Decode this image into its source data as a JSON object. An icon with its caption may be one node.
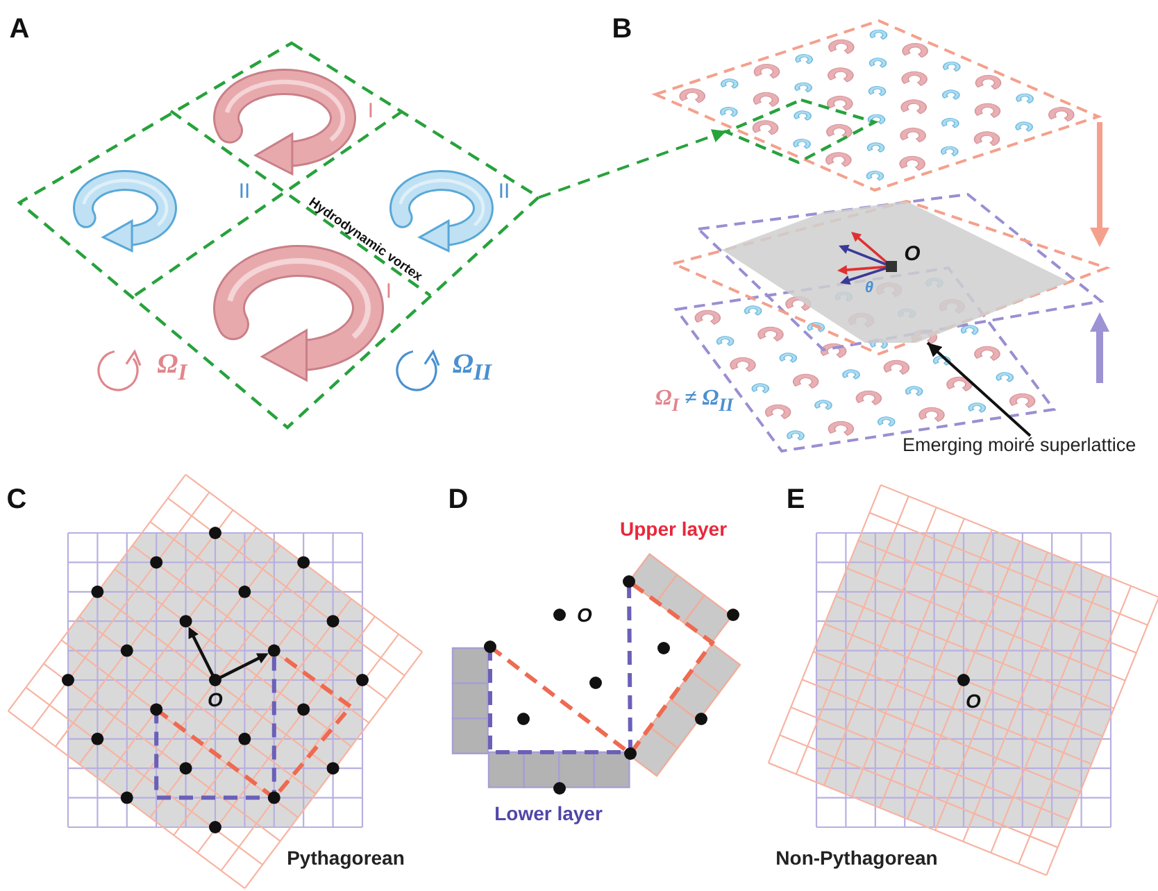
{
  "diagram": {
    "nodes": [
      {
        "text": [],
        "shape": "picture"
      },
      {
        "text": [],
        "shape": "box"
      },
      {
        "text": [
          "Emerging moiré superlattice"
        ]
      },
      {
        "text": [],
        "shape": "picture"
      }
    ],
    "edges": [
      {
        "from": 0,
        "to": 1,
        "arrow": "to",
        "style": "dashed",
        "color": "#27a23c"
      },
      {
        "from": 2,
        "to": 3,
        "arrow": "to",
        "color": "#111111"
      }
    ],
    "labels": [
      "A",
      "I",
      "II",
      "Hydrodynamic vortex",
      "II",
      "I",
      "Ω$_{I}$",
      "Ω$_{II}$",
      "B",
      "O",
      "θ",
      "Ω$_{I}$ ≠ Ω$_{II}$",
      "C",
      "O",
      "Pythagorean",
      "D",
      "Upper layer",
      "O",
      "Lower layer",
      "E",
      "O",
      "Non-Pythagorean"
    ]
  }
}
